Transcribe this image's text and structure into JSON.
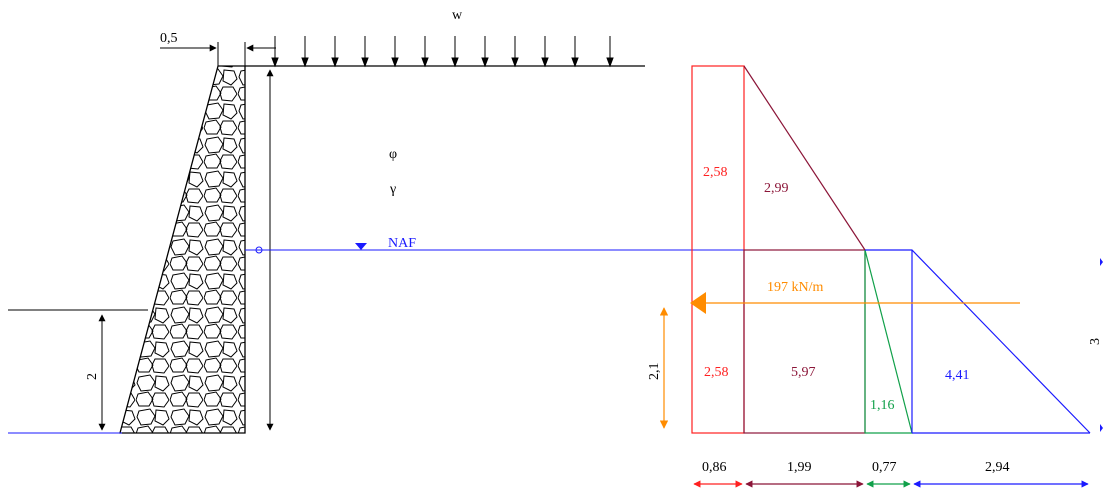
{
  "colors": {
    "black": "#000000",
    "red": "#ff2020",
    "maroon": "#8b1538",
    "green": "#11a04a",
    "blue": "#1a1aff",
    "orange": "#ff8c00"
  },
  "labels": {
    "load": "w",
    "wall_offset": "0,5",
    "phi": "φ",
    "gamma": "γ",
    "water_table": "NAF",
    "embed_depth": "2",
    "right_dim": "3",
    "force": "197 kN/m",
    "force_height": "2,1"
  },
  "diagram_values": {
    "red_upper": "2,58",
    "red_lower": "2,58",
    "maroon_upper": "2,99",
    "maroon_lower": "5,97",
    "green": "1,16",
    "blue": "4,41"
  },
  "base_widths": {
    "w1": "0,86",
    "w2": "1,99",
    "w3": "0,77",
    "w4": "2,94"
  }
}
